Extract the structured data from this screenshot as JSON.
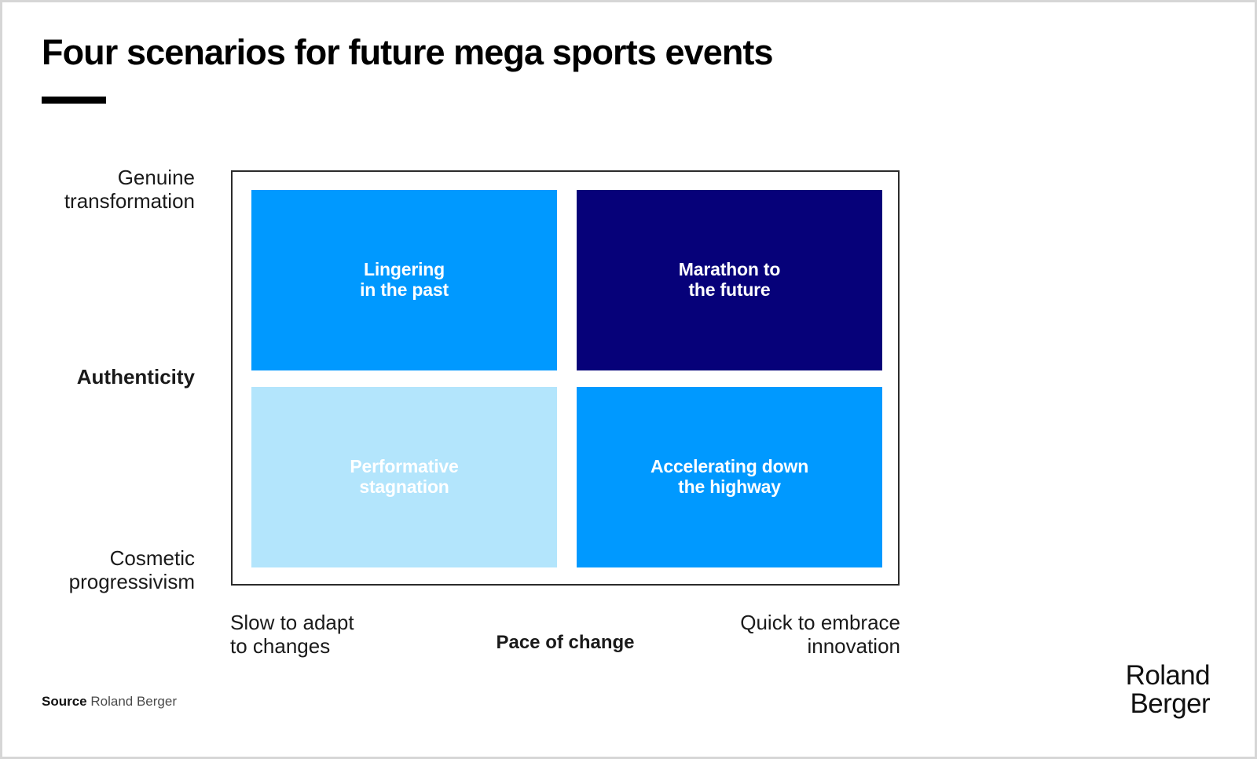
{
  "page_title": "Four scenarios for future mega sports events",
  "source_note": {
    "key": "Source",
    "value": "Roland Berger"
  },
  "brand_logo": "Roland\nBerger",
  "colors": {
    "bright_blue": "#0099FF",
    "navy": "#060179",
    "light_blue": "#B3E5FC",
    "frame": "#2b2b2b",
    "page_border": "#d6d6d6",
    "text_dark": "#1a1a1a",
    "label_white": "#FFFFFF"
  },
  "chart_data": {
    "type": "table",
    "title": "Four scenarios for future mega sports events",
    "subtitle": "",
    "xlabel": "Pace of change",
    "ylabel": "Authenticity",
    "x_axis": {
      "title": "Pace of change",
      "low_label": "Slow to adapt\nto changes",
      "high_label": "Quick to embrace\ninnovation"
    },
    "y_axis": {
      "title": "Authenticity",
      "high_label": "Genuine\ntransformation",
      "low_label": "Cosmetic\nprogressivism"
    },
    "grid": false,
    "legend": "none",
    "quadrants": [
      {
        "id": "top-left",
        "label": "Lingering\nin the past",
        "x": "Slow to adapt to changes",
        "y": "Genuine transformation",
        "fill": "#0099FF",
        "text_color": "#FFFFFF"
      },
      {
        "id": "top-right",
        "label": "Marathon to\nthe future",
        "x": "Quick to embrace innovation",
        "y": "Genuine transformation",
        "fill": "#060179",
        "text_color": "#FFFFFF"
      },
      {
        "id": "bottom-left",
        "label": "Performative\nstagnation",
        "x": "Slow to adapt to changes",
        "y": "Cosmetic progressivism",
        "fill": "#B3E5FC",
        "text_color": "#FFFFFF"
      },
      {
        "id": "bottom-right",
        "label": "Accelerating down\nthe highway",
        "x": "Quick to embrace innovation",
        "y": "Cosmetic progressivism",
        "fill": "#0099FF",
        "text_color": "#FFFFFF"
      }
    ]
  }
}
